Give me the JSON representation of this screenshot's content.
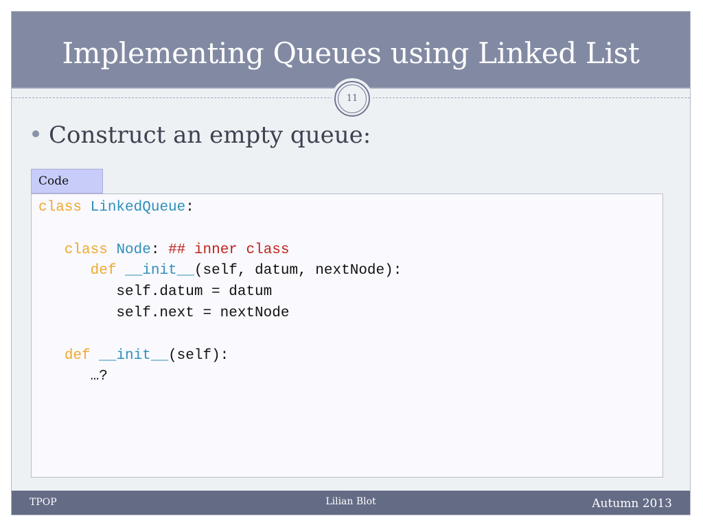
{
  "slide": {
    "title": "Implementing Queues using Linked List",
    "page_number": "11",
    "bullet": "Construct an empty queue:",
    "code_tab_label": "Code"
  },
  "code": {
    "line1": {
      "kw": "class",
      "name": "LinkedQueue",
      "rest": ":"
    },
    "line3": {
      "indent": "   ",
      "kw": "class",
      "name": "Node",
      "rest": ": ",
      "comment": "## inner class"
    },
    "line4": {
      "indent": "      ",
      "kw": "def",
      "name": "__init__",
      "rest": "(self, datum, nextNode):"
    },
    "line5": {
      "text": "         self.datum = datum"
    },
    "line6": {
      "text": "         self.next = nextNode"
    },
    "line8": {
      "indent": "   ",
      "kw": "def",
      "name": "__init__",
      "rest": "(self):"
    },
    "line9": {
      "text": "      …?"
    }
  },
  "footer": {
    "left": "TPOP",
    "center": "Lilian Blot",
    "right": "Autumn 2013"
  },
  "colors": {
    "keyword": "#f0a92c",
    "identifier": "#2f8fb8",
    "comment": "#c0221a",
    "title_bar": "#828aa3",
    "footer_bar": "#646b85"
  }
}
